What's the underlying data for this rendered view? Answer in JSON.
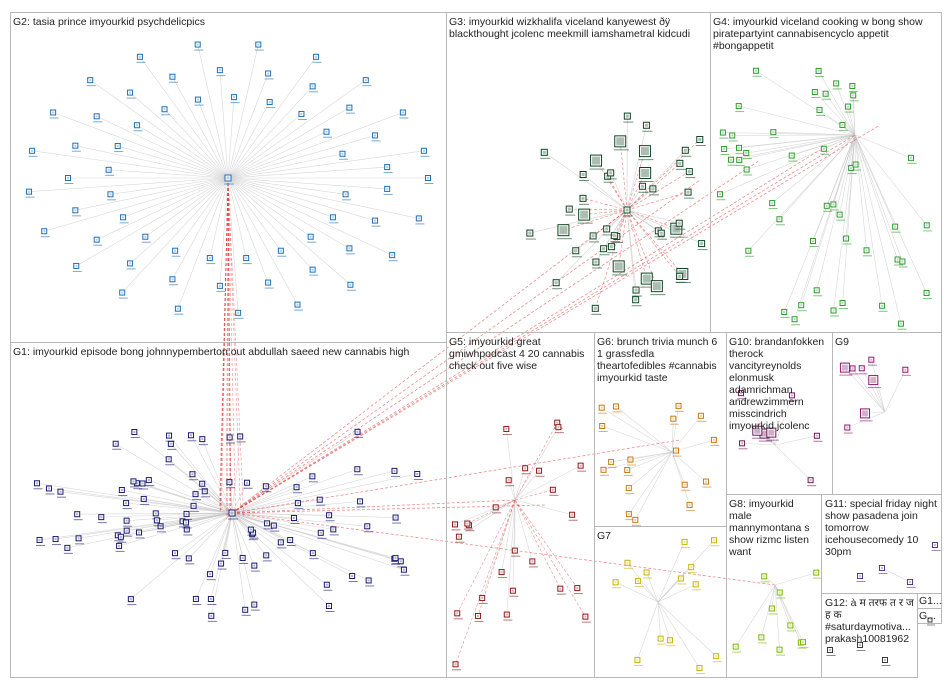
{
  "groups": [
    {
      "id": "G1",
      "label": "G1: imyourkid episode bong johnnypemberton out abdullah saeed new cannabis high",
      "color": "#1a1a6e"
    },
    {
      "id": "G2",
      "label": "G2: tasia prince imyourkid psychdelicpics",
      "color": "#1f6fb4"
    },
    {
      "id": "G3",
      "label": "G3: imyourkid wizkhalifa viceland kanyewest ðÿ blackthought jcolenc meekmill iamshametral kidcudi",
      "color": "#114422"
    },
    {
      "id": "G4",
      "label": "G4: imyourkid viceland cooking w bong show piratepartyint cannabisencyclo appetit #bongappetit",
      "color": "#2e9b2e"
    },
    {
      "id": "G5",
      "label": "G5: imyourkid great gmiwhpodcast 4 20 cannabis check out five wise",
      "color": "#8b1a1a"
    },
    {
      "id": "G6",
      "label": "G6: brunch trivia munch 6 1 grassfedla theartofedibles #cannabis imyourkid taste",
      "color": "#c87a10"
    },
    {
      "id": "G7",
      "label": "G7",
      "color": "#c8b400"
    },
    {
      "id": "G8",
      "label": "G8: imyourkid male mannymontana s show rizmc listen want",
      "color": "#7ab800"
    },
    {
      "id": "G9",
      "label": "G9",
      "color": "#8b1a6e"
    },
    {
      "id": "G10",
      "label": "G10: brandanfokken therock vancityreynolds elonmusk adamrichman andrewzimmern misscindrich imyourkid jcolenc",
      "color": "#6e1a5a"
    },
    {
      "id": "G11",
      "label": "G11: special friday night show pasadena join tomorrow icehousecomedy 10 30pm",
      "color": "#5a3a8e"
    },
    {
      "id": "G12",
      "label": "G12: à म तरफ त र ज ह क #saturdaymotiva... prakash10081962",
      "color": "#3a3a3a"
    },
    {
      "id": "G13",
      "label": "G1...",
      "color": "#3a3a3a"
    },
    {
      "id": "G14",
      "label": "G...",
      "color": "#3a3a3a"
    }
  ],
  "colors": {
    "edge": "#c8c8c8",
    "edge_highlight": "#e23030",
    "border": "#b8b8b8"
  }
}
